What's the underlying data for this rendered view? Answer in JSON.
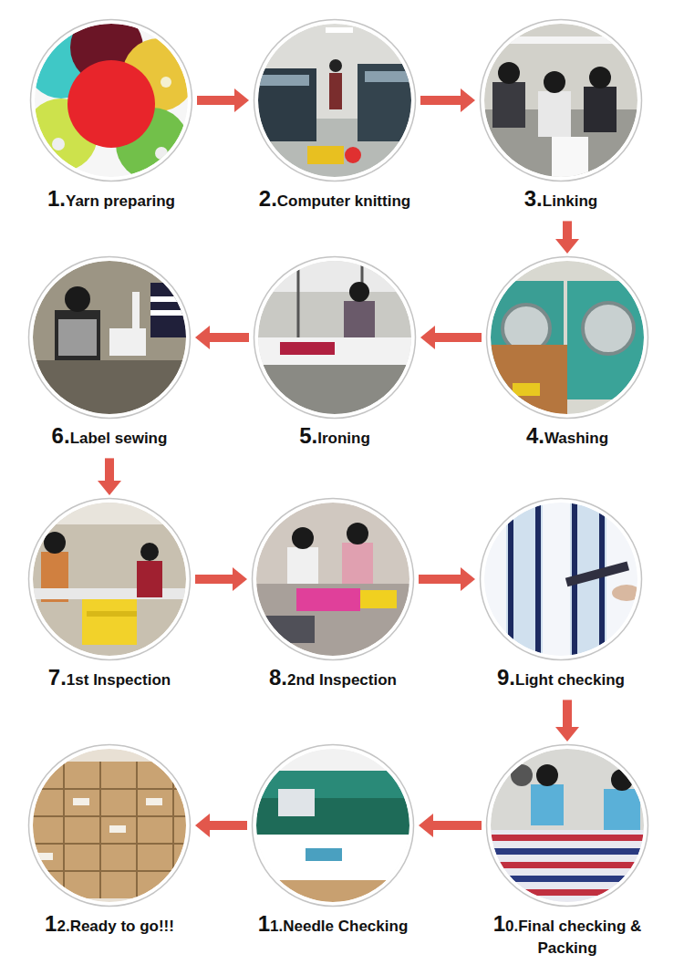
{
  "diagram": {
    "nodes": [
      {
        "text": [
          "1.Yarn preparing"
        ]
      },
      {
        "text": [
          "2.Computer knitting"
        ]
      },
      {
        "text": [
          "3.Linking"
        ]
      },
      {
        "text": [
          "4.Washing"
        ]
      },
      {
        "text": [
          "5.Ironing"
        ]
      },
      {
        "text": [
          "6.Label sewing"
        ]
      },
      {
        "text": [
          "7.1st Inspection"
        ]
      },
      {
        "text": [
          "8.2nd Inspection"
        ]
      },
      {
        "text": [
          "9.Light checking"
        ]
      },
      {
        "text": [
          "10.Final checking & Packing"
        ]
      },
      {
        "text": [
          "11.Needle Checking"
        ]
      },
      {
        "text": [
          "12.Ready to go!!!"
        ]
      }
    ],
    "edges": [
      {
        "from": 0,
        "to": 1,
        "arrow": "to"
      },
      {
        "from": 1,
        "to": 2,
        "arrow": "to"
      },
      {
        "from": 2,
        "to": 3,
        "arrow": "to"
      },
      {
        "from": 3,
        "to": 4,
        "arrow": "to"
      },
      {
        "from": 4,
        "to": 5,
        "arrow": "to"
      },
      {
        "from": 5,
        "to": 6,
        "arrow": "to"
      },
      {
        "from": 6,
        "to": 7,
        "arrow": "to"
      },
      {
        "from": 7,
        "to": 8,
        "arrow": "to"
      },
      {
        "from": 8,
        "to": 9,
        "arrow": "to"
      },
      {
        "from": 9,
        "to": 10,
        "arrow": "to"
      },
      {
        "from": 10,
        "to": 11,
        "arrow": "to"
      }
    ]
  }
}
